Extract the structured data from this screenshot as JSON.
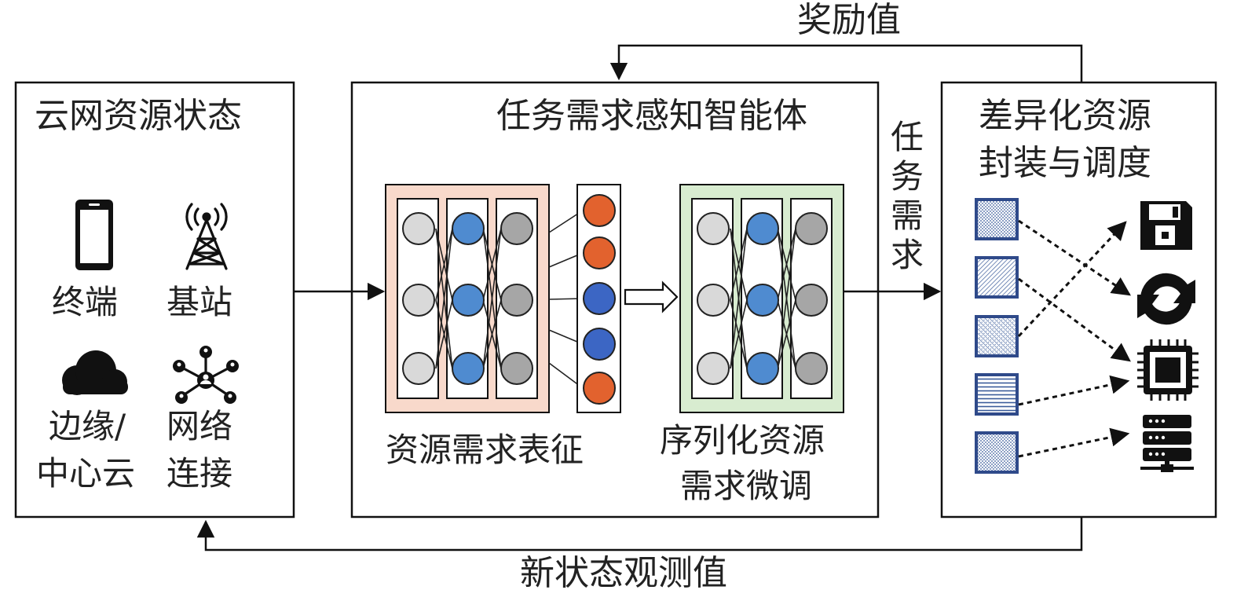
{
  "labels": {
    "reward": "奖励值",
    "new_state": "新状态观测值",
    "task_demand": "任务需求"
  },
  "left_panel": {
    "title": "云网资源状态",
    "items": [
      {
        "label": "终端",
        "icon": "smartphone-icon"
      },
      {
        "label": "基站",
        "icon": "cell-tower-icon"
      },
      {
        "label_line1": "边缘/",
        "label_line2": "中心云",
        "icon": "cloud-icon"
      },
      {
        "label_line1": "网络",
        "label_line2": "连接",
        "icon": "network-nodes-icon"
      }
    ]
  },
  "middle_panel": {
    "title": "任务需求感知智能体",
    "representation_label": "资源需求表征",
    "finetune_label_line1": "序列化资源",
    "finetune_label_line2": "需求微调"
  },
  "right_panel": {
    "title_line1": "差异化资源",
    "title_line2": "封装与调度",
    "resource_icons": [
      "floppy-disk-icon",
      "sync-icon",
      "cpu-chip-icon",
      "server-icon"
    ]
  },
  "colors": {
    "light_node": "#d9d9d9",
    "blue_node": "#4f8bd0",
    "gray_node": "#a6a6a6",
    "orange_node": "#e2622e",
    "dark_blue_node": "#3c66c4",
    "pink_fill": "#f8d9cb",
    "green_fill": "#d8ecd0",
    "block_border": "#2f4a8a"
  }
}
